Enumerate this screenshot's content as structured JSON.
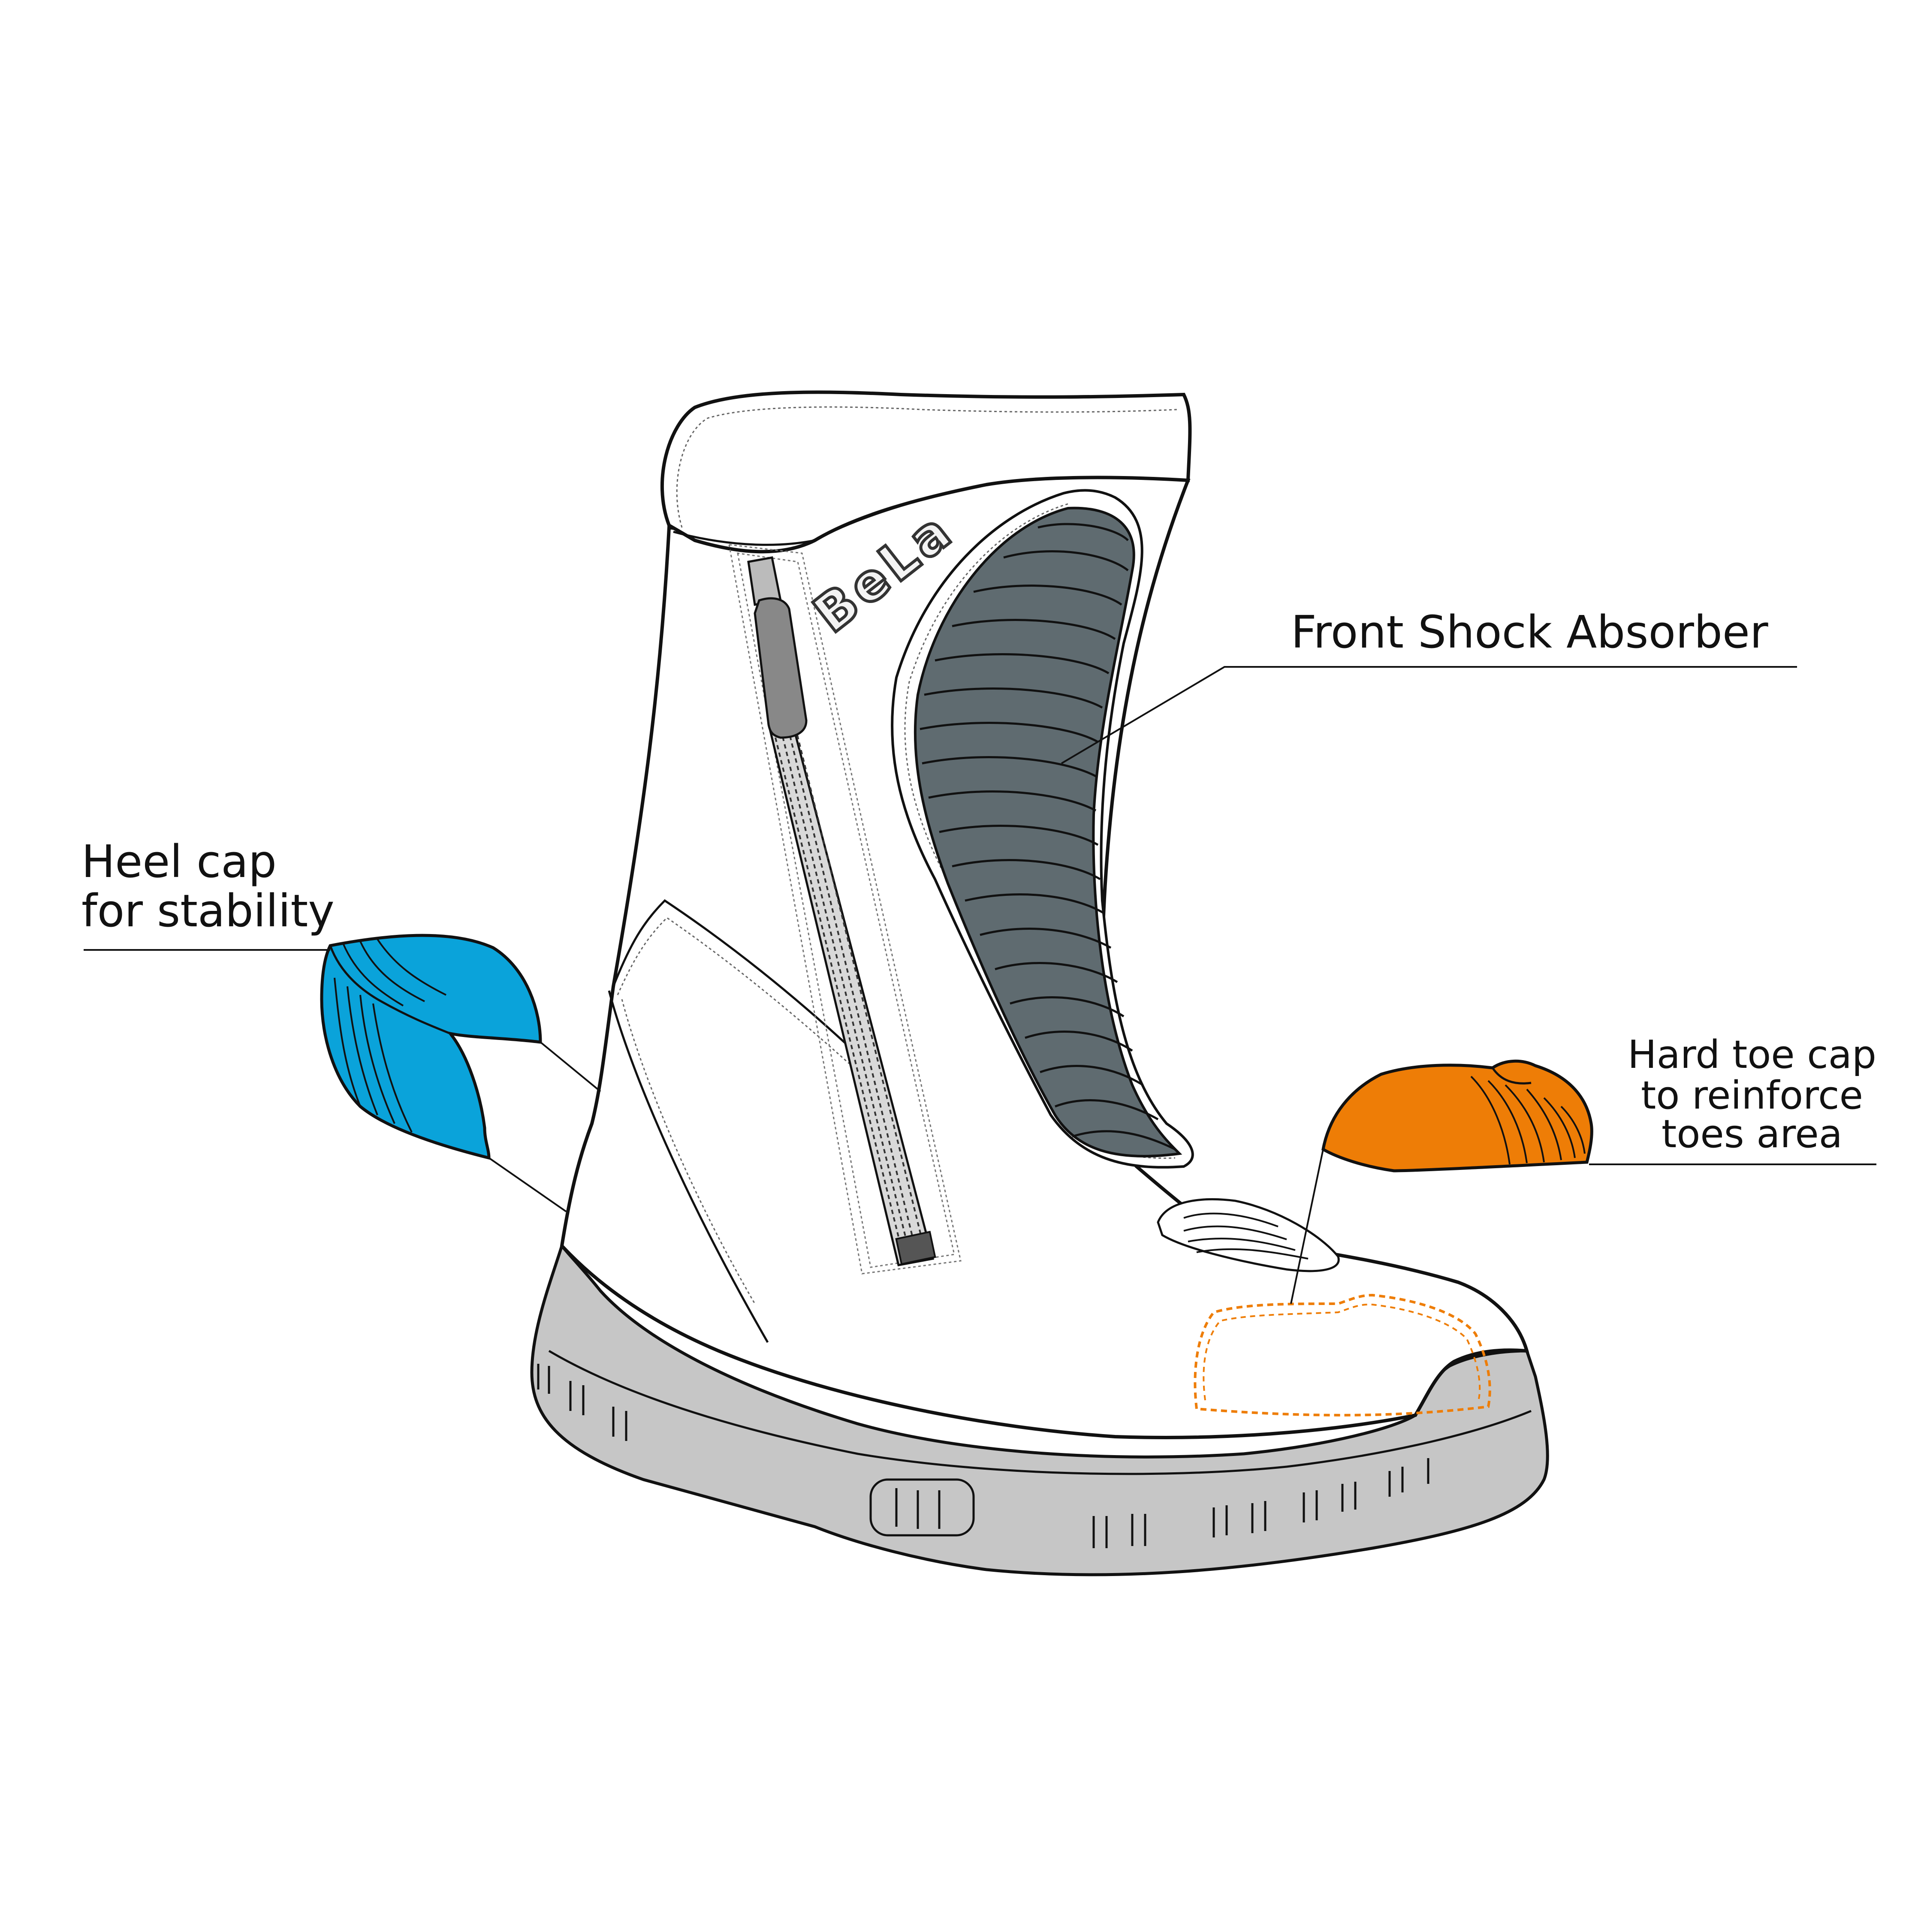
{
  "brand": "BeLa",
  "labels": {
    "front_shock": "Front Shock Absorber",
    "heel_line1": "Heel cap",
    "heel_line2": "for  stability",
    "toe_line1": "Hard toe cap",
    "toe_line2": "to reinforce",
    "toe_line3": "toes area"
  },
  "colors": {
    "heel_cap": "#0aa3da",
    "toe_cap": "#ee7d06",
    "shock_absorber": "#5f6b70",
    "sole": "#c6c6c6",
    "zipper_pull": "#888888",
    "outline": "#111111"
  }
}
